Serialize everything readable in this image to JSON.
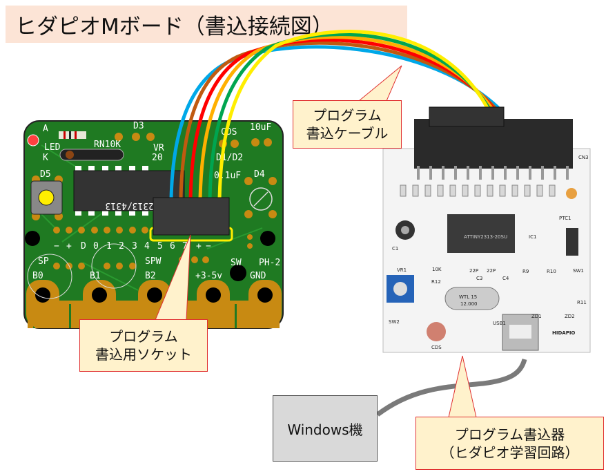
{
  "title": "ヒダピオMボード（書込接続図）",
  "callouts": {
    "cable": [
      "プログラム",
      "書込ケーブル"
    ],
    "socket": [
      "プログラム",
      "書込用ソケット"
    ],
    "programmer": [
      "プログラム書込器",
      "（ヒダピオ学習回路）"
    ]
  },
  "pc_label": "Windows機",
  "left_board": {
    "chip": "ATTINY2313/4313",
    "labels": {
      "a": "A",
      "led": "LED",
      "k": "K",
      "rn": "RN10K",
      "d3": "D3",
      "d5": "D5",
      "d4": "D4",
      "cds": "CDS",
      "d1d2": "D1/D2",
      "cap": "10uF",
      "cap2": "0.1uF",
      "vr": "VR",
      "vr2": "20",
      "sp": "SP",
      "spw": "SPW",
      "b0": "B0",
      "b1": "B1",
      "b2": "B2",
      "gnd": "GND",
      "pwr": "+3-5v",
      "sw": "SW",
      "ph": "PH-2"
    },
    "pin_labels": [
      "−",
      "+",
      "D",
      "0",
      "1",
      "2",
      "3",
      "4",
      "5",
      "6",
      "7",
      "+",
      "−"
    ]
  },
  "right_board": {
    "brand": "HIDAPIO",
    "chip": "ATTINY2313-20SU",
    "crystal": [
      "WTL 15",
      "12.000"
    ],
    "labels": {
      "c1": "C1",
      "vr1": "VR1",
      "r12": "R12",
      "c3": "C3",
      "c4": "C4",
      "ic1": "IC1",
      "ptc1": "PTC1",
      "sw1": "SW1",
      "zd1": "ZD1",
      "zd2": "ZD2",
      "usb1": "USB1",
      "cds": "CDS",
      "r9": "R9",
      "r10": "R10",
      "r11": "R11",
      "r10k": "10K",
      "c22p": "22P",
      "c22p2": "22P",
      "cn3": "CN3",
      "sw2": "SW2"
    }
  },
  "colors": {
    "pcb_green": "#1f7a22",
    "pad_gold": "#c88a12",
    "cable_wires": [
      "#ffee00",
      "#00a550",
      "#ffb000",
      "#ff0000",
      "#c05a10",
      "#00a8e8"
    ],
    "callout_bg": "#fff2cc",
    "callout_border": "#e03030",
    "title_bg": "#fce4d6"
  }
}
